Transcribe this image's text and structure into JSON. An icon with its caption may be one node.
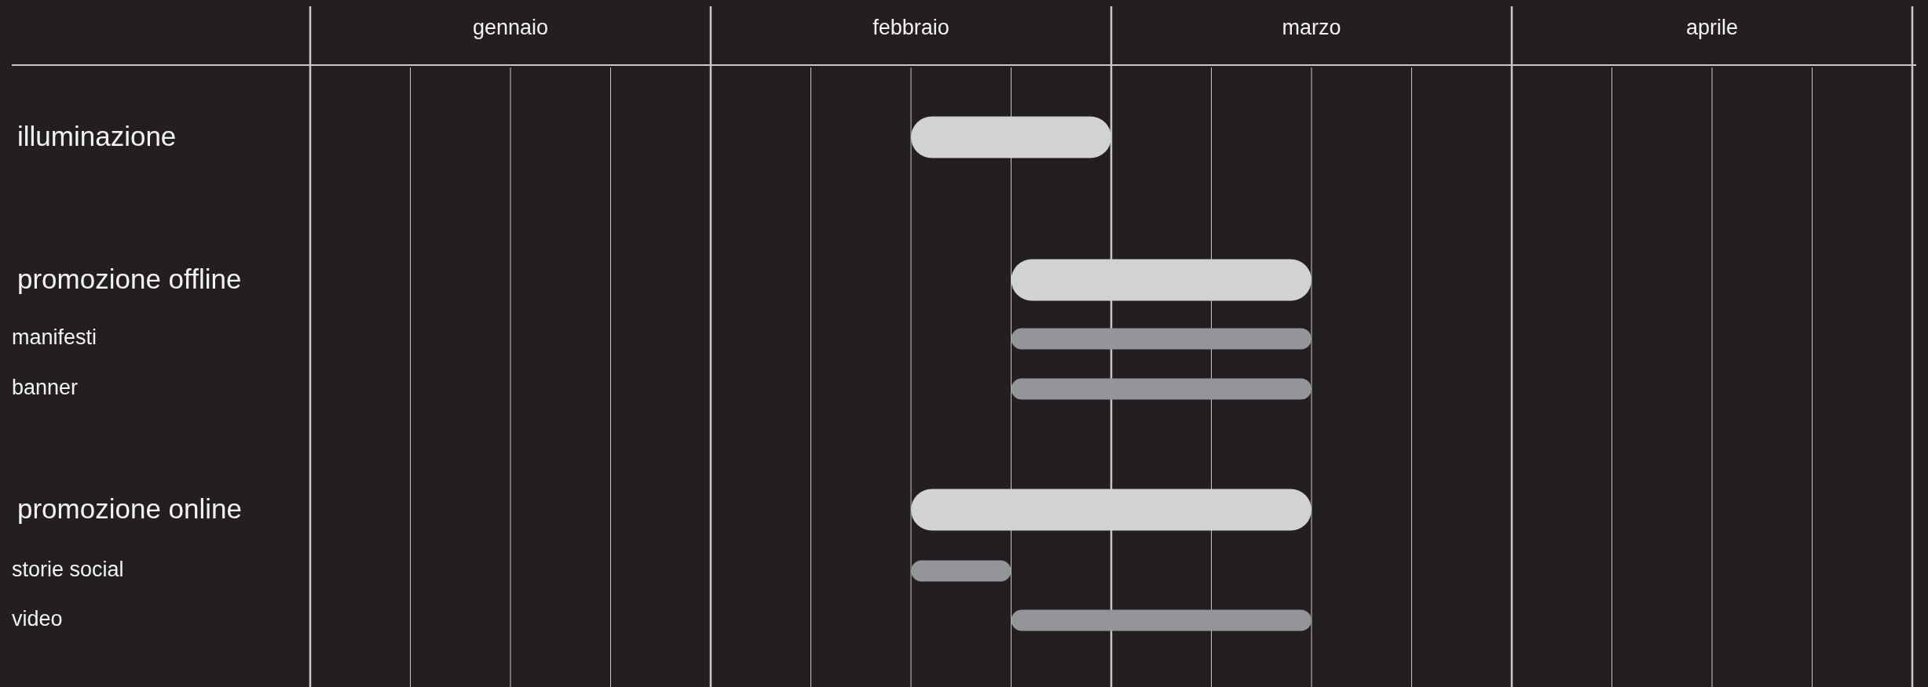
{
  "diagram": {
    "nodes": [
      {
        "text": [],
        "shape": "bar"
      },
      {
        "text": [],
        "shape": "bar"
      },
      {
        "text": [],
        "shape": "bar"
      },
      {
        "text": [],
        "shape": "bar"
      },
      {
        "text": [],
        "shape": "bar"
      },
      {
        "text": [],
        "shape": "bar"
      },
      {
        "text": [],
        "shape": "bar"
      }
    ],
    "labels": [
      "gennaio",
      "febbraio",
      "marzo",
      "aprile",
      "illuminazione",
      "promozione offline",
      "manifesti",
      "banner",
      "promozione online",
      "storie social",
      "video"
    ]
  }
}
